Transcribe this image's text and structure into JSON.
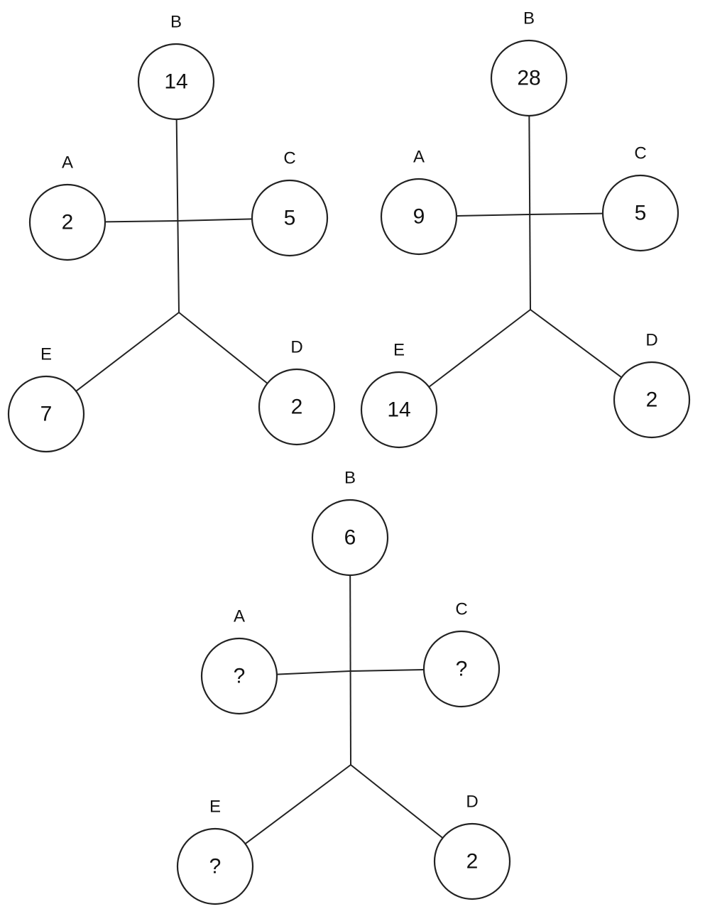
{
  "diagrams": [
    {
      "nodes": {
        "A": {
          "label": "A",
          "value": "2"
        },
        "B": {
          "label": "B",
          "value": "14"
        },
        "C": {
          "label": "C",
          "value": "5"
        },
        "D": {
          "label": "D",
          "value": "2"
        },
        "E": {
          "label": "E",
          "value": "7"
        }
      }
    },
    {
      "nodes": {
        "A": {
          "label": "A",
          "value": "9"
        },
        "B": {
          "label": "B",
          "value": "28"
        },
        "C": {
          "label": "C",
          "value": "5"
        },
        "D": {
          "label": "D",
          "value": "2"
        },
        "E": {
          "label": "E",
          "value": "14"
        }
      }
    },
    {
      "nodes": {
        "A": {
          "label": "A",
          "value": "?"
        },
        "B": {
          "label": "B",
          "value": "6"
        },
        "C": {
          "label": "C",
          "value": "?"
        },
        "D": {
          "label": "D",
          "value": "2"
        },
        "E": {
          "label": "E",
          "value": "?"
        }
      }
    }
  ]
}
